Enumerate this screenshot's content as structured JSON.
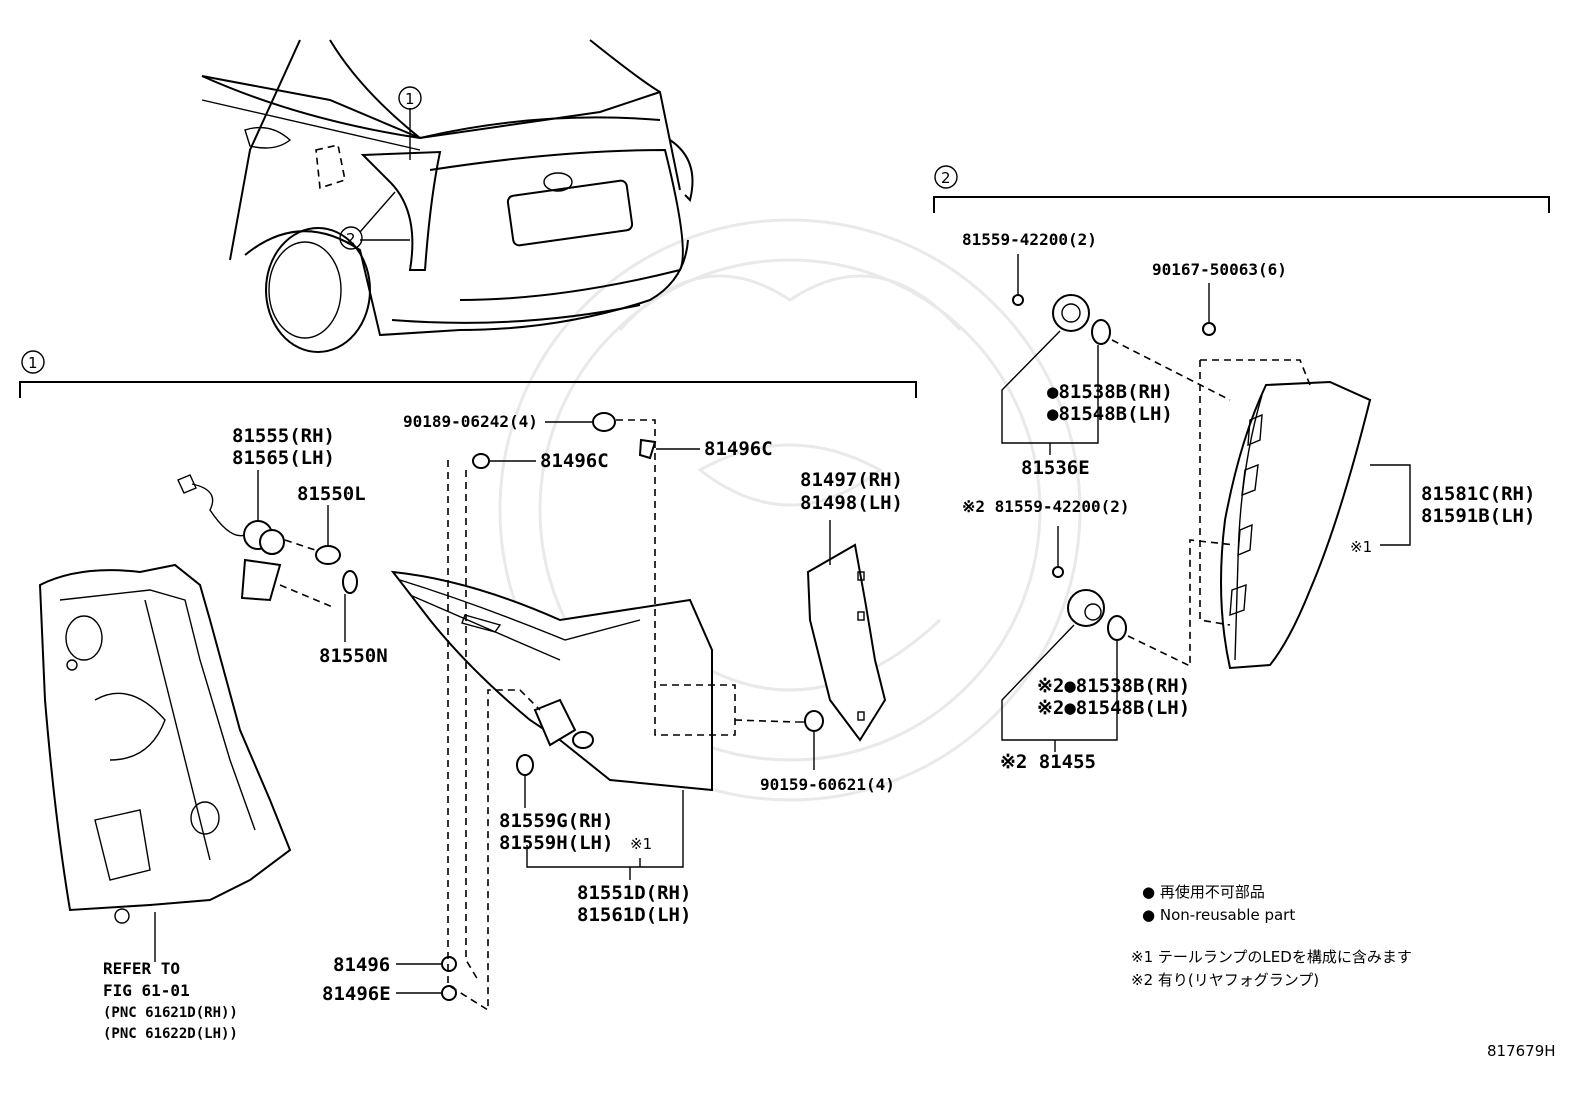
{
  "callouts": {
    "one": "1",
    "two": "2"
  },
  "labels": {
    "p81555_rh": "81555(RH)",
    "p81565_lh": "81565(LH)",
    "p81550l": "81550L",
    "p81550n": "81550N",
    "p90189": "90189-06242(4)",
    "p81496c_a": "81496C",
    "p81496c_b": "81496C",
    "p81497_rh": "81497(RH)",
    "p81498_lh": "81498(LH)",
    "p90159": "90159-60621(4)",
    "p81559g_rh": "81559G(RH)",
    "p81559h_lh": "81559H(LH)",
    "mark1_a": "※1",
    "p81551d_rh": "81551D(RH)",
    "p81561d_lh": "81561D(LH)",
    "p81496": "81496",
    "p81496e": "81496E",
    "refer1": "REFER TO",
    "refer2": "FIG 61-01",
    "refer3": "(PNC 61621D(RH))",
    "refer4": "(PNC 61622D(LH))",
    "p81559_42200_a": "81559-42200(2)",
    "p90167": "90167-50063(6)",
    "p81538b_rh_a": "●81538B(RH)",
    "p81548b_lh_a": "●81548B(LH)",
    "p81536e": "81536E",
    "p81581c_rh": "81581C(RH)",
    "p81591b_lh": "81591B(LH)",
    "mark1_b": "※1",
    "p81559_42200_b": "※2 81559-42200(2)",
    "p81538b_rh_b": "※2●81538B(RH)",
    "p81548b_lh_b": "※2●81548B(LH)",
    "p81455": "※2 81455",
    "legend_jp": "● 再使用不可部品",
    "legend_en": "● Non-reusable part",
    "note1": "※1 テールランプのLEDを構成に含みます",
    "note2": "※2 有り(リヤフォグランプ)",
    "fig_id": "817679H"
  }
}
